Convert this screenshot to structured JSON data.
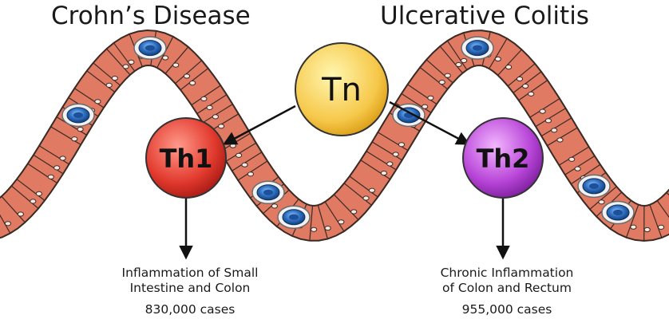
{
  "headings": {
    "left": "Crohn’s Disease",
    "right": "Ulcerative Colitis"
  },
  "nodes": {
    "naive": "Tn",
    "th1": "Th1",
    "th2": "Th2"
  },
  "outcomes": {
    "left": {
      "line1": "Inflammation of Small",
      "line2": "Intestine and Colon",
      "cases": "830,000 cases"
    },
    "right": {
      "line1": "Chronic Inflammation",
      "line2": "of Colon and Rectum",
      "cases": "955,000 cases"
    }
  },
  "colors": {
    "epithelium_fill": "#e07a63",
    "epithelium_stroke": "#3a2a24",
    "nucleus_fill": "#f7e9e4",
    "goblet_fill": "#2f6fc0",
    "tn_fill": "#f6c84a",
    "th1_fill": "#e23a2e",
    "th2_fill": "#b845d8"
  },
  "icons": {
    "tn": "naive-t-cell-icon",
    "th1": "th1-cell-icon",
    "th2": "th2-cell-icon",
    "goblet": "goblet-cell-icon"
  }
}
